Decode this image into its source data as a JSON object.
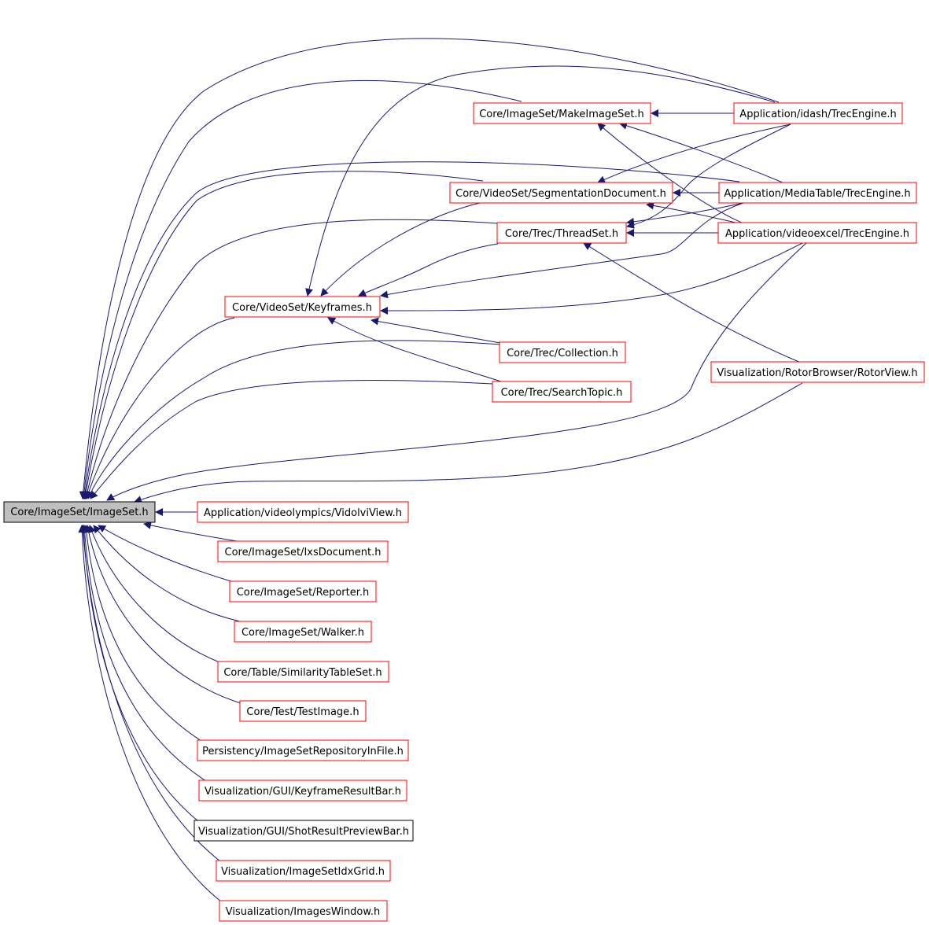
{
  "colors": {
    "edge": "#191970",
    "link_border": "#ff0000",
    "plain_border": "#000000",
    "root_fill": "#bfbfbf",
    "root_border": "#000000"
  },
  "nodes": {
    "root": "Core/ImageSet/ImageSet.h",
    "make_image_set": "Core/ImageSet/MakeImageSet.h",
    "idash_trec": "Application/idash/TrecEngine.h",
    "segmentation_doc": "Core/VideoSet/SegmentationDocument.h",
    "mediatable_trec": "Application/MediaTable/TrecEngine.h",
    "thread_set": "Core/Trec/ThreadSet.h",
    "videoexcel_trec": "Application/videoexcel/TrecEngine.h",
    "keyframes": "Core/VideoSet/Keyframes.h",
    "collection": "Core/Trec/Collection.h",
    "rotor_view": "Visualization/RotorBrowser/RotorView.h",
    "search_topic": "Core/Trec/SearchTopic.h",
    "vidolvi_view": "Application/videolympics/VidolviView.h",
    "ixs_document": "Core/ImageSet/IxsDocument.h",
    "reporter": "Core/ImageSet/Reporter.h",
    "walker": "Core/ImageSet/Walker.h",
    "similarity_table_set": "Core/Table/SimilarityTableSet.h",
    "test_image": "Core/Test/TestImage.h",
    "repository_in_file": "Persistency/ImageSetRepositoryInFile.h",
    "keyframe_result_bar": "Visualization/GUI/KeyframeResultBar.h",
    "shot_result_preview_bar": "Visualization/GUI/ShotResultPreviewBar.h",
    "image_set_idx_grid": "Visualization/ImageSetIdxGrid.h",
    "images_window": "Visualization/ImagesWindow.h"
  }
}
